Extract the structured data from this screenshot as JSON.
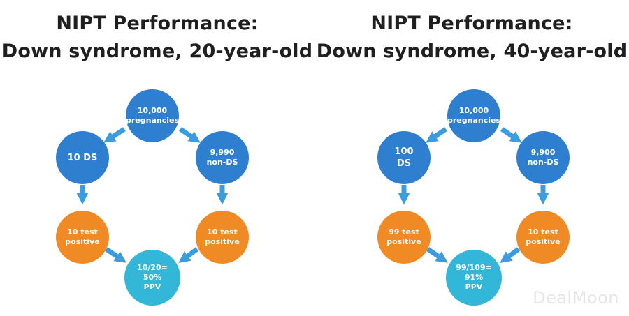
{
  "colors": {
    "blue": "#2f7fd1",
    "orange": "#f08a24",
    "cyan": "#33b7d8",
    "arrow": "#3b9de0"
  },
  "left": {
    "title_line1": "NIPT Performance:",
    "title_line2": "Down syndrome, 20-year-old",
    "top": [
      "10,000",
      "pregnancies"
    ],
    "mid_left": [
      "10 DS"
    ],
    "mid_right": [
      "9,990",
      "non-DS"
    ],
    "low_left": [
      "10 test",
      "positive"
    ],
    "low_right": [
      "10 test",
      "positive"
    ],
    "bottom": [
      "10/20=",
      "50%",
      "PPV"
    ]
  },
  "right": {
    "title_line1": "NIPT Performance:",
    "title_line2": "Down syndrome, 40-year-old",
    "top": [
      "10,000",
      "pregnancies"
    ],
    "mid_left": [
      "100",
      "DS"
    ],
    "mid_right": [
      "9,900",
      "non-DS"
    ],
    "low_left": [
      "99 test",
      "positive"
    ],
    "low_right": [
      "10 test",
      "positive"
    ],
    "bottom": [
      "99/109=",
      "91%",
      "PPV"
    ]
  },
  "watermark": "DealMoon"
}
